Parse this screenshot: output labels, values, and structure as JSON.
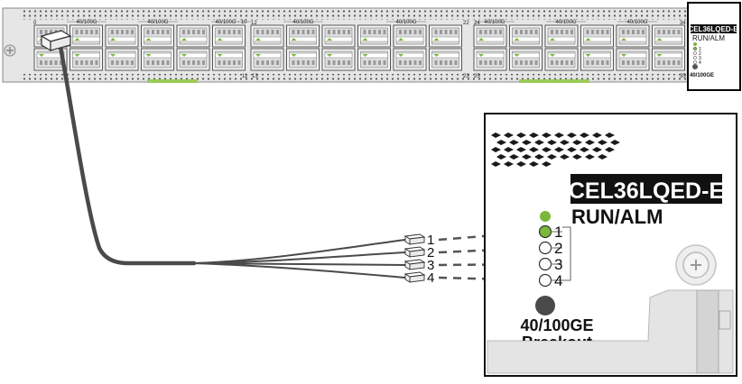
{
  "card": {
    "model_label": "CEL36LQED-E",
    "status_label": "RUN/ALM",
    "port_group_labels": [
      "40/100G",
      "40/100G",
      "40/100G - 10",
      "40/100G",
      "40/100G",
      "40/100G",
      "40/100G",
      "40/100G",
      "40/100G"
    ],
    "port_numbers": {
      "first": "0",
      "mid_top": "12",
      "mid_bottom": "13",
      "p11": "11",
      "p22": "22",
      "p23": "23",
      "p24": "24",
      "p25": "25",
      "last_top": "34",
      "last_bottom": "35"
    },
    "mini_led_labels": [
      "1",
      "2",
      "3",
      "4"
    ],
    "mini_speed_label": "40/100GE"
  },
  "breakout": {
    "lane_labels": [
      "1",
      "2",
      "3",
      "4"
    ],
    "led_labels": [
      "1",
      "2",
      "3",
      "4"
    ]
  },
  "zoom_panel": {
    "model_label": "CEL36LQED-E",
    "status_label": "RUN/ALM",
    "speed_label": "40/100GE",
    "mode_label": "Breakout"
  },
  "colors": {
    "led_green": "#7ab83a",
    "accent_bar": "#9ccb5a",
    "cable": "#505050",
    "panel_gray": "#d8d8d8"
  }
}
